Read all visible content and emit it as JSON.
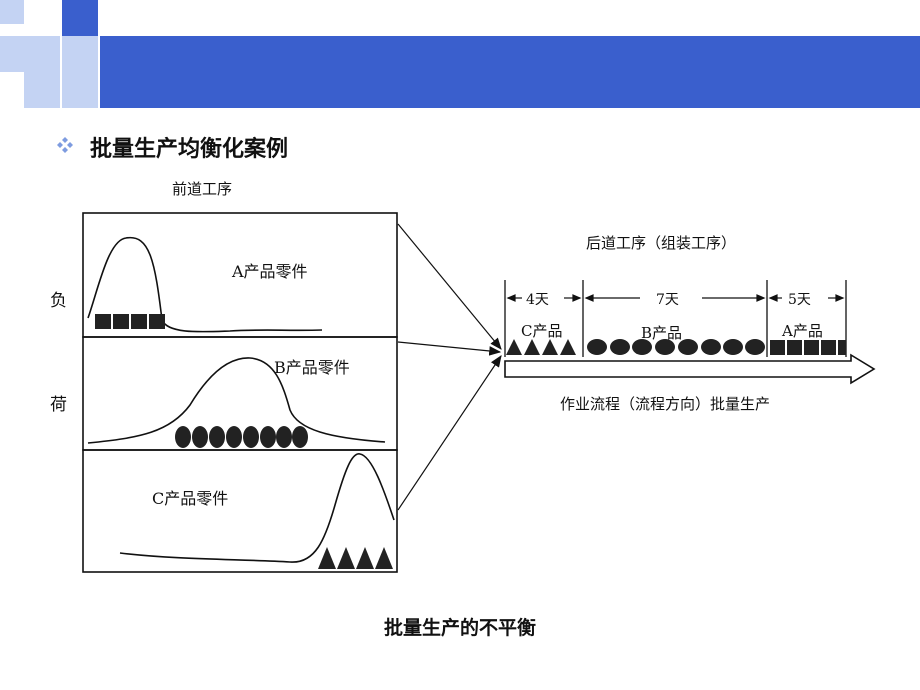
{
  "slide": {
    "title": "批量生产均衡化案例",
    "caption": "批量生产的不平衡",
    "colors": {
      "accent": "#3a5fcd",
      "light": "#c4d3f3",
      "ink": "#111111"
    },
    "bullet_icon": "four-diamond-bullet-icon"
  },
  "diagram": {
    "left_title": "前道工序",
    "load_label_1": "负",
    "load_label_2": "荷",
    "panel_a": "A产品零件",
    "panel_b": "B产品零件",
    "panel_c": "C产品零件",
    "right_title": "后道工序（组装工序）",
    "seg1_days": "4天",
    "seg2_days": "7天",
    "seg3_days": "5天",
    "seg1_label": "C产品",
    "seg2_label": "B产品",
    "seg3_label": "A产品",
    "flow_label": "作业流程（流程方向）批量生产"
  }
}
